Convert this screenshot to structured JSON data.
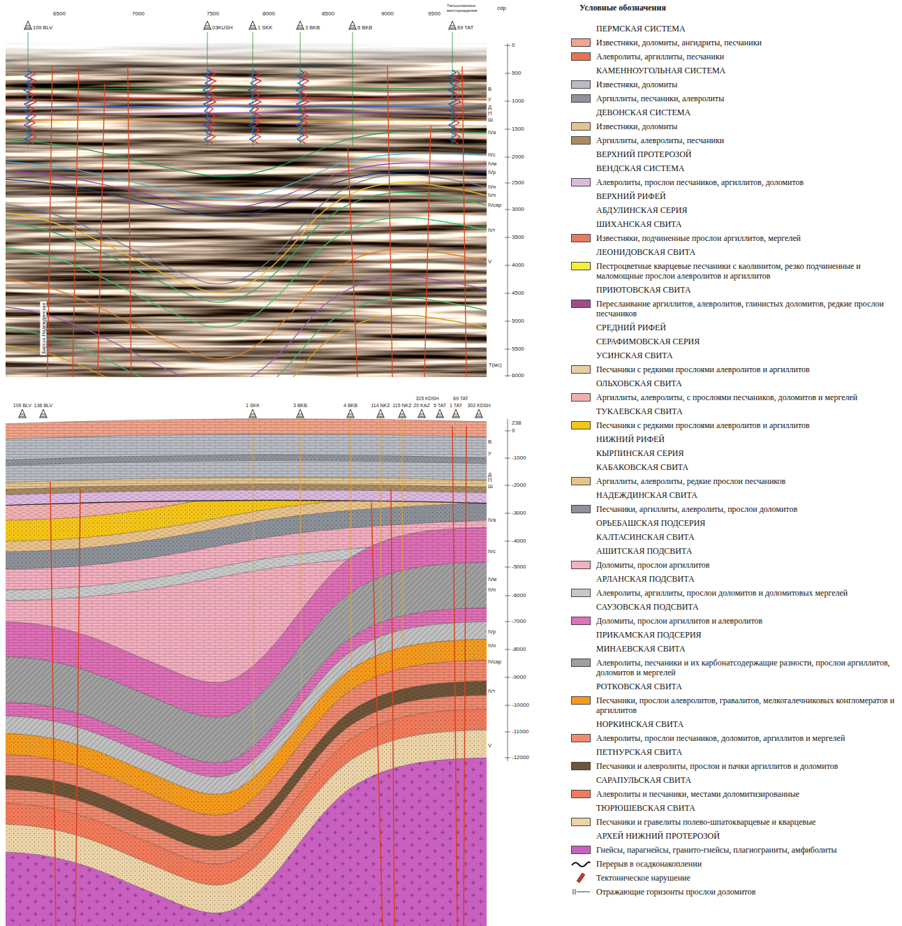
{
  "diagram": {
    "title": "Условные обозначения",
    "labels": [
      "ПЕРМСКАЯ СИСТЕМА",
      "КАМЕННОУГОЛЬНАЯ СИСТЕМА",
      "ДЕВОНСКАЯ СИСТЕМА",
      "ВЕРХНИЙ ПРОТЕРОЗОЙ",
      "ВЕНДСКАЯ СИСТЕМА",
      "ВЕРХНИЙ РИФЕЙ",
      "АБДУЛИНСКАЯ СЕРИЯ",
      "ШИХАНСКАЯ СВИТА",
      "ЛЕОНИДОВСКАЯ СВИТА",
      "ПРИЮТОВСКАЯ СВИТА",
      "СРЕДНИЙ РИФЕЙ",
      "СЕРАФИМОВСКАЯ СЕРИЯ",
      "УСИНСКАЯ СВИТА",
      "ОЛЬХОВСКАЯ СВИТА",
      "ТУКАЕВСКАЯ СВИТА",
      "НИЖНИЙ РИФЕЙ",
      "КЫРПИНСКАЯ СЕРИЯ",
      "КАБАКОВСКАЯ СВИТА",
      "НАДЕЖДИНСКАЯ СВИТА",
      "ОРЬЕБАШСКАЯ ПОДСЕРИЯ",
      "КАЛТАСИНСКАЯ СВИТА",
      "АШИТСКАЯ ПОДСВИТА",
      "АРЛАНСКАЯ ПОДСВИТА",
      "САУЗОВСКАЯ ПОДСВИТА",
      "ПРИКАМСКАЯ ПОДСЕРИЯ",
      "МИНАЕВСКАЯ СВИТА",
      "РОТКОВСКАЯ СВИТА",
      "НОРКИНСКАЯ СВИТА",
      "ПЕТНУРСКАЯ СВИТА",
      "САРАПУЛЬСКАЯ СВИТА",
      "ТЮРЮШЕВСКАЯ СВИТА",
      "АРХЕЙ НИЖНИЙ ПРОТЕРОЗОЙ",
      "109 BLV",
      "6500",
      "7000",
      "7500",
      "8000",
      "8500",
      "9000",
      "9500",
      "03KUSH",
      "1 SKK",
      "3 BKB",
      "6 BKB",
      "69 TAT",
      "Татышлинское месторождение",
      "cdp",
      "0",
      "500",
      "1000",
      "1500",
      "2000",
      "2500",
      "3000",
      "3500",
      "4000",
      "4500",
      "5000",
      "5500",
      "6000",
      "T(мс)",
      "В",
      "У",
      "Д",
      "П",
      "Ш",
      "IVа",
      "IVс",
      "IVм",
      "IVр",
      "IVн",
      "IVп",
      "IVсар",
      "IVт",
      "V",
      "Бирско-Надеждинская",
      "109 BLV",
      "136 BLV",
      "1 SKK",
      "3 BKB",
      "4 BKB",
      "114 NKZ",
      "115 NKZ",
      "315 KDSH",
      "20 KAZ",
      "5 TAT",
      "1 TAT",
      "69 TAT",
      "302 KDSH",
      "238",
      "0",
      "-1000",
      "-2000",
      "-3000",
      "-4000",
      "-5000",
      "-6000",
      "-7000",
      "-8000",
      "-9000",
      "-10000",
      "-11000",
      "-12000",
      "В",
      "У",
      "Д",
      "П",
      "Ш",
      "IVа",
      "IVс",
      "IVм",
      "IVп",
      "IVр",
      "IVп",
      "IVсар",
      "IVт",
      "V"
    ],
    "legend": [
      {
        "text": "Известняки, доломиты, ангидриты, песчаники",
        "color": "#f2a48c"
      },
      {
        "text": "Алевролиты, аргиллиты, песчаники",
        "color": "#e8734e"
      },
      {
        "text": "Известняки, доломиты",
        "color": "#b9bcc4"
      },
      {
        "text": "Аргиллиты, песчаники, алевролиты",
        "color": "#8f9299"
      },
      {
        "text": "Известняки, доломиты",
        "color": "#e3c490"
      },
      {
        "text": "Аргиллиты, алевролиты, песчаники",
        "color": "#a88a65"
      },
      {
        "text": "Алевролиты, прослои песчаников, аргиллитов, доломитов",
        "color": "#dcb8de"
      },
      {
        "text": "Известняки, подчиненные прослои аргиллитов, мергелей",
        "color": "#e87a60"
      },
      {
        "text": "Пестроцветные кварцевые песчаники с каолинитом, резко подчиненные и маломощные прослои алевролитов и аргиллитов",
        "color": "#f5ee3a"
      },
      {
        "text": "Переслаивание аргиллитов, алевролитов, глинистых доломитов, редкие прослои песчаников",
        "color": "#9e4d8a"
      },
      {
        "text": "Песчаники с редкими прослоями алевролитов и аргиллитов",
        "color": "#e8cfa0"
      },
      {
        "text": "Аргиллиты, алевролиты, с прослоями песчаников, доломитов и мергелей",
        "color": "#f0b0b0"
      },
      {
        "text": "Песчаники с редкими прослоями алевролитов и аргиллитов",
        "color": "#f5c518"
      },
      {
        "text": "Аргиллиты, алевролиты, редкие прослои песчаников",
        "color": "#e8c28c"
      },
      {
        "text": "Песчаники, аргиллиты, алевролиты, прослои доломитов",
        "color": "#8c9098"
      },
      {
        "text": "Доломиты, прослои аргиллитов",
        "color": "#f4b0c0"
      },
      {
        "text": "Алевролиты, аргиллиты, прослои доломитов и доломитовых мергелей",
        "color": "#c8c8c8"
      },
      {
        "text": "Доломиты, прослои аргиллитов и алевролитов",
        "color": "#e070b8"
      },
      {
        "text": "Алевролиты, песчаники и их карбонатсодержащие разности, прослои аргиллитов, доломитов и мергелей",
        "color": "#a0a0a0"
      },
      {
        "text": "Песчаники, прослои алевролитов, гравалитов, мелкогалечниковых конгломератов и аргиллитов",
        "color": "#f39a1e"
      },
      {
        "text": "Алевролиты, прослои песчаников, доломитов, аргиллитов и мергелей",
        "color": "#f08a70"
      },
      {
        "text": "Песчаники и алевролиты, прослои и пачки аргиллитов и доломитов",
        "color": "#6e5438"
      },
      {
        "text": "Алевролиты и песчаники, местами доломитизированные",
        "color": "#f07a5a"
      },
      {
        "text": "Песчаники и гравелиты полево-шпатокварцевые и кварцевые",
        "color": "#ecd3a8"
      },
      {
        "text": "Гнейсы, парагнейсы, гранито-гнейсы, плагиограниты, амфиболиты",
        "color": "#c860c0"
      },
      {
        "text": "Перерыв в осадконакоплении"
      },
      {
        "text": "Тектоническое нарушение"
      },
      {
        "text": "Отражающие горизонты прослои доломитов"
      }
    ]
  }
}
